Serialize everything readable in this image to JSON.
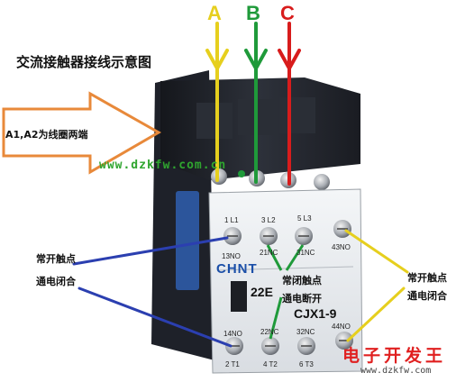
{
  "title": "交流接触器接线示意图",
  "arrow_note": "A1,A2为线圈两端",
  "watermark_url": "www.dzkfw.com.cn",
  "phases": {
    "a": {
      "label": "A",
      "color": "#e8d21a"
    },
    "b": {
      "label": "B",
      "color": "#1f9a3a"
    },
    "c": {
      "label": "C",
      "color": "#d81c1c"
    }
  },
  "annotations": {
    "left_open": "常开触点",
    "left_close": "通电闭合",
    "center_closed": "常闭触点",
    "center_open": "通电断开",
    "right_open": "常开触点",
    "right_close": "通电闭合"
  },
  "terminals": {
    "l1": "1 L1",
    "l2": "3 L2",
    "l3": "5 L3",
    "no13": "13NO",
    "nc21": "21NC",
    "nc31": "31NC",
    "no43": "43NO",
    "no14": "14NO",
    "nc22": "22NC",
    "nc32": "32NC",
    "no44": "44NO",
    "t1": "2 T1",
    "t2": "4 T2",
    "t3": "6 T3"
  },
  "brand": "CHNT",
  "code": "22E",
  "model": "CJX1-9",
  "footer_watermark": {
    "cn": "电子开发王",
    "url": "www.dzkfw.com"
  },
  "colors": {
    "wire_blue": "#2b3fb0",
    "wire_yellow": "#e6cf1e",
    "arrow_orange": "#e8893a",
    "housing": "#24272e",
    "face": "#e9ecef"
  }
}
